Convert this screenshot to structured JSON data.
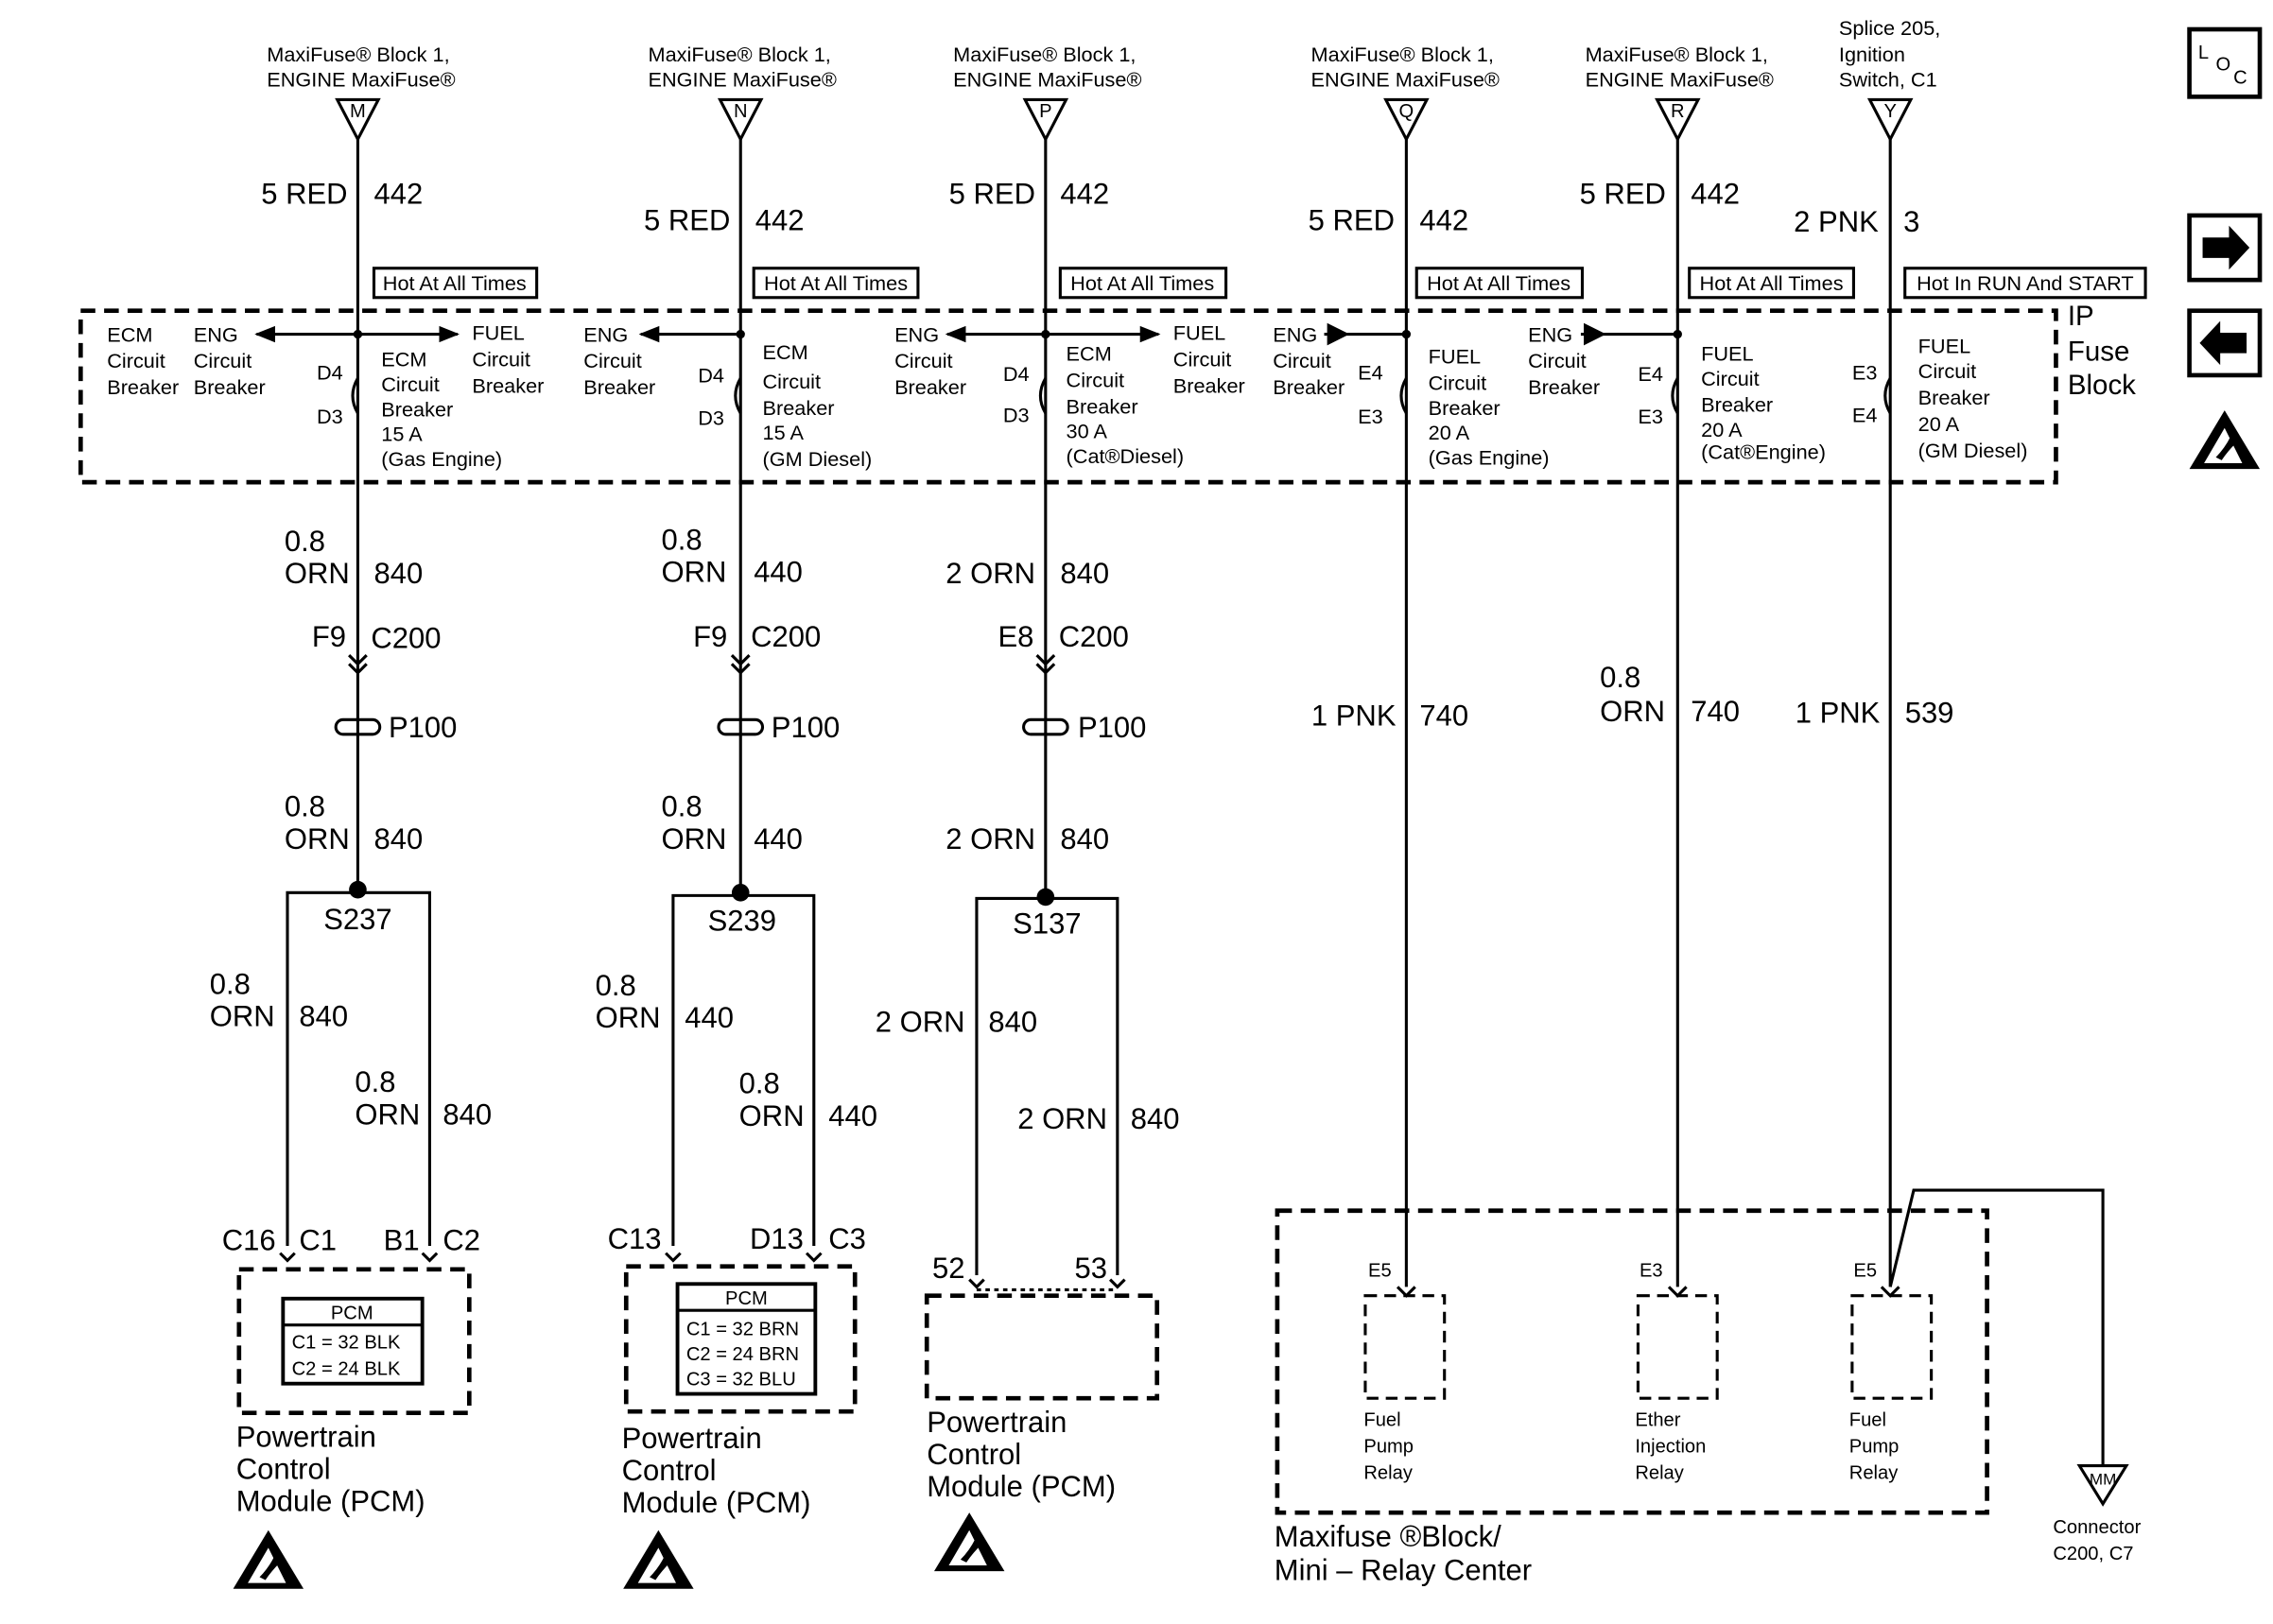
{
  "legend": {
    "loc_icon": "loc-icon",
    "next_icon": "arrow-right-icon",
    "prev_icon": "arrow-left-icon",
    "esd_icon": "esd-warning-icon"
  },
  "hot_at_all_times": "Hot At All Times",
  "hot_in_run": "Hot In RUN And START",
  "ip_fuse_block": [
    "IP",
    "Fuse",
    "Block"
  ],
  "sources": {
    "maxifuse_line1": "MaxiFuse® Block 1,",
    "maxifuse_line2": "ENGINE MaxiFuse®",
    "splice_lines": [
      "Splice 205,",
      "Ignition",
      "Switch, C1"
    ]
  },
  "circuits": {
    "m": {
      "letter": "M",
      "top_gauge": "5 RED",
      "top_circuit": "442",
      "cb_left": [
        "ECM",
        "Circuit",
        "Breaker"
      ],
      "cb_eng": [
        "ENG",
        "Circuit",
        "Breaker"
      ],
      "cb_right": [
        "FUEL",
        "Circuit",
        "Breaker"
      ],
      "pin_top": "D4",
      "pin_bottom": "D3",
      "breaker": [
        "ECM",
        "Circuit",
        "Breaker",
        "15 A",
        "(Gas Engine)"
      ],
      "mid_gauge_a": "0.8",
      "mid_gauge_b": "ORN",
      "mid_circuit": "840",
      "conn_pin": "F9",
      "conn_name": "C200",
      "p100": "P100",
      "low_gauge_a": "0.8",
      "low_gauge_b": "ORN",
      "low_circuit": "840",
      "splice": "S237",
      "left_gauge_a": "0.8",
      "left_gauge_b": "ORN",
      "left_circuit": "840",
      "right_gauge_a": "0.8",
      "right_gauge_b": "ORN",
      "right_circuit": "840",
      "pins": [
        "C16",
        "C1",
        "B1",
        "C2"
      ],
      "pcm_table": [
        "PCM",
        "C1 = 32 BLK",
        "C2 = 24 BLK"
      ],
      "module": [
        "Powertrain",
        "Control",
        "Module (PCM)"
      ]
    },
    "n": {
      "letter": "N",
      "top_gauge": "5 RED",
      "top_circuit": "442",
      "cb_eng": [
        "ENG",
        "Circuit",
        "Breaker"
      ],
      "pin_top": "D4",
      "pin_bottom": "D3",
      "breaker": [
        "ECM",
        "Circuit",
        "Breaker",
        "15 A",
        "(GM Diesel)"
      ],
      "mid_gauge_a": "0.8",
      "mid_gauge_b": "ORN",
      "mid_circuit": "440",
      "conn_pin": "F9",
      "conn_name": "C200",
      "p100": "P100",
      "low_gauge_a": "0.8",
      "low_gauge_b": "ORN",
      "low_circuit": "440",
      "splice": "S239",
      "left_gauge_a": "0.8",
      "left_gauge_b": "ORN",
      "left_circuit": "440",
      "right_gauge_a": "0.8",
      "right_gauge_b": "ORN",
      "right_circuit": "440",
      "pins": [
        "C13",
        "D13",
        "C3"
      ],
      "pcm_table": [
        "PCM",
        "C1 = 32 BRN",
        "C2 = 24 BRN",
        "C3 = 32 BLU"
      ],
      "module": [
        "Powertrain",
        "Control",
        "Module (PCM)"
      ]
    },
    "p": {
      "letter": "P",
      "top_gauge": "5 RED",
      "top_circuit": "442",
      "cb_eng": [
        "ENG",
        "Circuit",
        "Breaker"
      ],
      "cb_right": [
        "FUEL",
        "Circuit",
        "Breaker"
      ],
      "pin_top": "D4",
      "pin_bottom": "D3",
      "breaker": [
        "ECM",
        "Circuit",
        "Breaker",
        "30 A",
        "(Cat®Diesel)"
      ],
      "mid_gauge": "2 ORN",
      "mid_circuit": "840",
      "conn_pin": "E8",
      "conn_name": "C200",
      "p100": "P100",
      "low_gauge": "2 ORN",
      "low_circuit": "840",
      "splice": "S137",
      "left_gauge": "2 ORN",
      "left_circuit": "840",
      "right_gauge": "2 ORN",
      "right_circuit": "840",
      "pins": [
        "52",
        "53"
      ],
      "module": [
        "Powertrain",
        "Control",
        "Module (PCM)"
      ]
    },
    "q": {
      "letter": "Q",
      "top_gauge": "5 RED",
      "top_circuit": "442",
      "cb_eng": [
        "ENG",
        "Circuit",
        "Breaker"
      ],
      "pin_top": "E4",
      "pin_bottom": "E3",
      "breaker": [
        "FUEL",
        "Circuit",
        "Breaker",
        "20 A",
        "(Gas Engine)"
      ],
      "mid_gauge": "1 PNK",
      "mid_circuit": "740",
      "relay_pin": "E5",
      "relay": [
        "Fuel",
        "Pump",
        "Relay"
      ]
    },
    "r": {
      "letter": "R",
      "top_gauge": "5 RED",
      "top_circuit": "442",
      "cb_eng": [
        "ENG",
        "Circuit",
        "Breaker"
      ],
      "pin_top": "E4",
      "pin_bottom": "E3",
      "breaker": [
        "FUEL",
        "Circuit",
        "Breaker",
        "20 A",
        "(Cat®Engine)"
      ],
      "mid_gauge_a": "0.8",
      "mid_gauge_b": "ORN",
      "mid_circuit": "740",
      "relay_pin": "E3",
      "relay": [
        "Ether",
        "Injection",
        "Relay"
      ]
    },
    "y": {
      "letter": "Y",
      "top_gauge": "2 PNK",
      "top_circuit": "3",
      "pin_top": "E3",
      "pin_bottom": "E4",
      "breaker": [
        "FUEL",
        "Circuit",
        "Breaker",
        "20 A",
        "(GM Diesel)"
      ],
      "mid_gauge": "1 PNK",
      "mid_circuit": "539",
      "relay_pin": "E5",
      "relay": [
        "Fuel",
        "Pump",
        "Relay"
      ]
    }
  },
  "relay_center": [
    "Maxifuse ®Block/",
    "Mini – Relay Center"
  ],
  "connector_mm": {
    "letter": "MM",
    "lines": [
      "Connector",
      "C200, C7"
    ]
  }
}
